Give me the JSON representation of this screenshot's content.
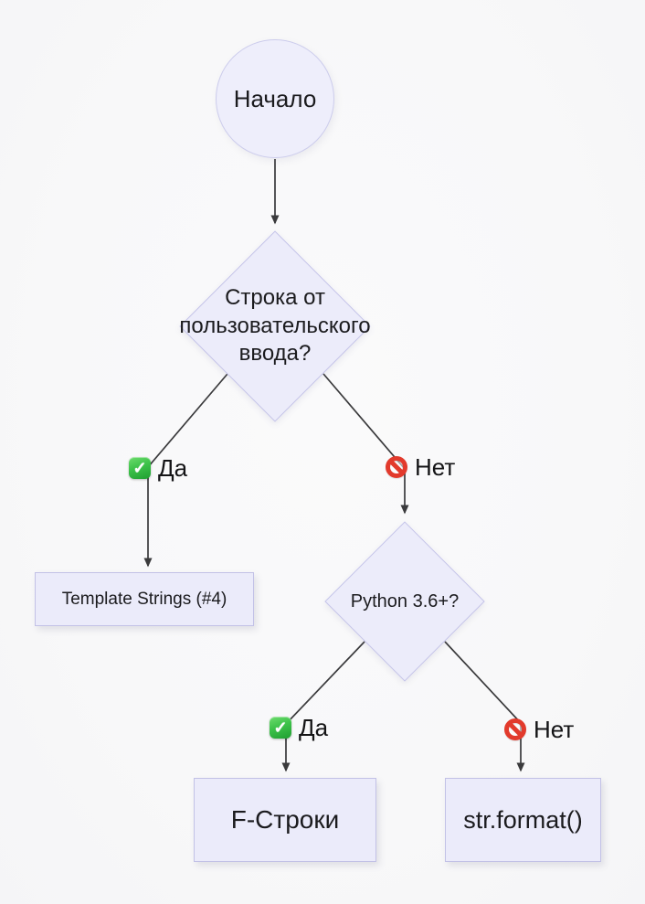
{
  "diagram": {
    "type": "flowchart",
    "background": "#f9f9f9",
    "colors": {
      "node_fill": "#ececfa",
      "node_border": "#c2c1e6",
      "edge": "#3a3a3c",
      "text": "#1b1b1e",
      "check_green": "#3dc24a",
      "no_entry_red": "#e23a2c"
    },
    "nodes": {
      "start": {
        "shape": "circle",
        "label": "Начало"
      },
      "decision_user_input": {
        "shape": "diamond",
        "label": "Строка от пользовательского ввода?"
      },
      "template_strings": {
        "shape": "rect",
        "label": "Template Strings (#4)"
      },
      "decision_python": {
        "shape": "diamond",
        "label": "Python 3.6+?"
      },
      "f_strings": {
        "shape": "rect",
        "label": "F-Строки"
      },
      "str_format": {
        "shape": "rect",
        "label": "str.format()"
      }
    },
    "edges": [
      {
        "from": "start",
        "to": "decision_user_input",
        "label": ""
      },
      {
        "from": "decision_user_input",
        "to": "template_strings",
        "label": "Да",
        "icon": "check-icon"
      },
      {
        "from": "decision_user_input",
        "to": "decision_python",
        "label": "Нет",
        "icon": "no-entry-icon"
      },
      {
        "from": "decision_python",
        "to": "f_strings",
        "label": "Да",
        "icon": "check-icon"
      },
      {
        "from": "decision_python",
        "to": "str_format",
        "label": "Нет",
        "icon": "no-entry-icon"
      }
    ],
    "icons": {
      "check_glyph": "✓"
    }
  }
}
